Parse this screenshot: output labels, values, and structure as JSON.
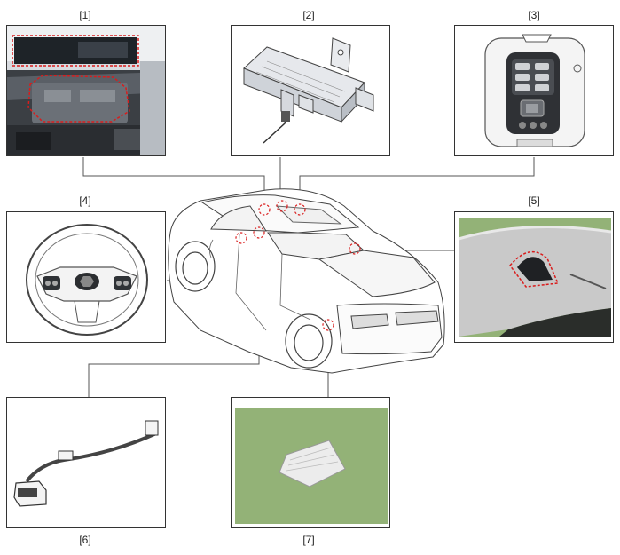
{
  "callouts": [
    {
      "id": "1",
      "label": "[1]"
    },
    {
      "id": "2",
      "label": "[2]"
    },
    {
      "id": "3",
      "label": "[3]"
    },
    {
      "id": "4",
      "label": "[4]"
    },
    {
      "id": "5",
      "label": "[5]"
    },
    {
      "id": "6",
      "label": "[6]"
    },
    {
      "id": "7",
      "label": "[7]"
    }
  ],
  "colors": {
    "frame": "#333333",
    "marker": "#d91c1c",
    "photo_green": "#93b277",
    "roof_gray": "#c9c9c9",
    "line": "#555555"
  },
  "icons": [
    "display-panel",
    "antenna-module",
    "overhead-console",
    "steering-wheel",
    "shark-fin-antenna",
    "wiring-harness",
    "wrapped-module",
    "sedan-car"
  ]
}
